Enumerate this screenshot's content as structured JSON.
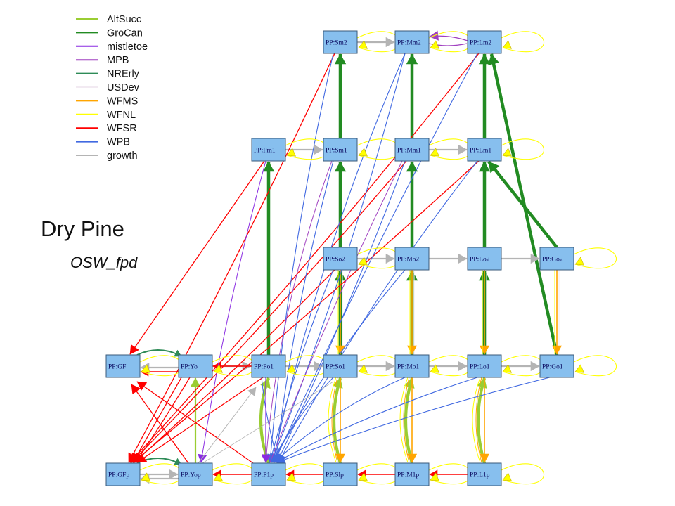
{
  "slide": {
    "title": "Dry Pine",
    "subtitle": "OSW_fpd"
  },
  "legend": [
    {
      "label": "AltSucc",
      "color": "#9acd32"
    },
    {
      "label": "GroCan",
      "color": "#228b22"
    },
    {
      "label": "mistletoe",
      "color": "#8a2be2"
    },
    {
      "label": "MPB",
      "color": "#a040c0"
    },
    {
      "label": "NRErly",
      "color": "#2e8b57"
    },
    {
      "label": "USDev",
      "color": "#f2eaf2"
    },
    {
      "label": "WFMS",
      "color": "#ffa500"
    },
    {
      "label": "WFNL",
      "color": "#ffff00"
    },
    {
      "label": "WFSR",
      "color": "#ff0000"
    },
    {
      "label": "WPB",
      "color": "#4169e1"
    },
    {
      "label": "growth",
      "color": "#b4b4b4"
    }
  ],
  "nodes": {
    "Sm2": "PP:Sm2",
    "Mm2": "PP:Mm2",
    "Lm2": "PP:Lm2",
    "Pm1": "PP:Pm1",
    "Sm1": "PP:Sm1",
    "Mm1": "PP:Mm1",
    "Lm1": "PP:Lm1",
    "So2": "PP:So2",
    "Mo2": "PP:Mo2",
    "Lo2": "PP:Lo2",
    "Go2": "PP:Go2",
    "GF": "PP:GF",
    "Yo": "PP:Yo",
    "Po1": "PP:Po1",
    "So1": "PP:So1",
    "Mo1": "PP:Mo1",
    "Lo1": "PP:Lo1",
    "Go1": "PP:Go1",
    "GFp": "PP:GFp",
    "Yop": "PP:Yop",
    "P1p": "PP:P1p",
    "Slp": "PP:Slp",
    "M1p": "PP:M1p",
    "L1p": "PP:L1p"
  }
}
